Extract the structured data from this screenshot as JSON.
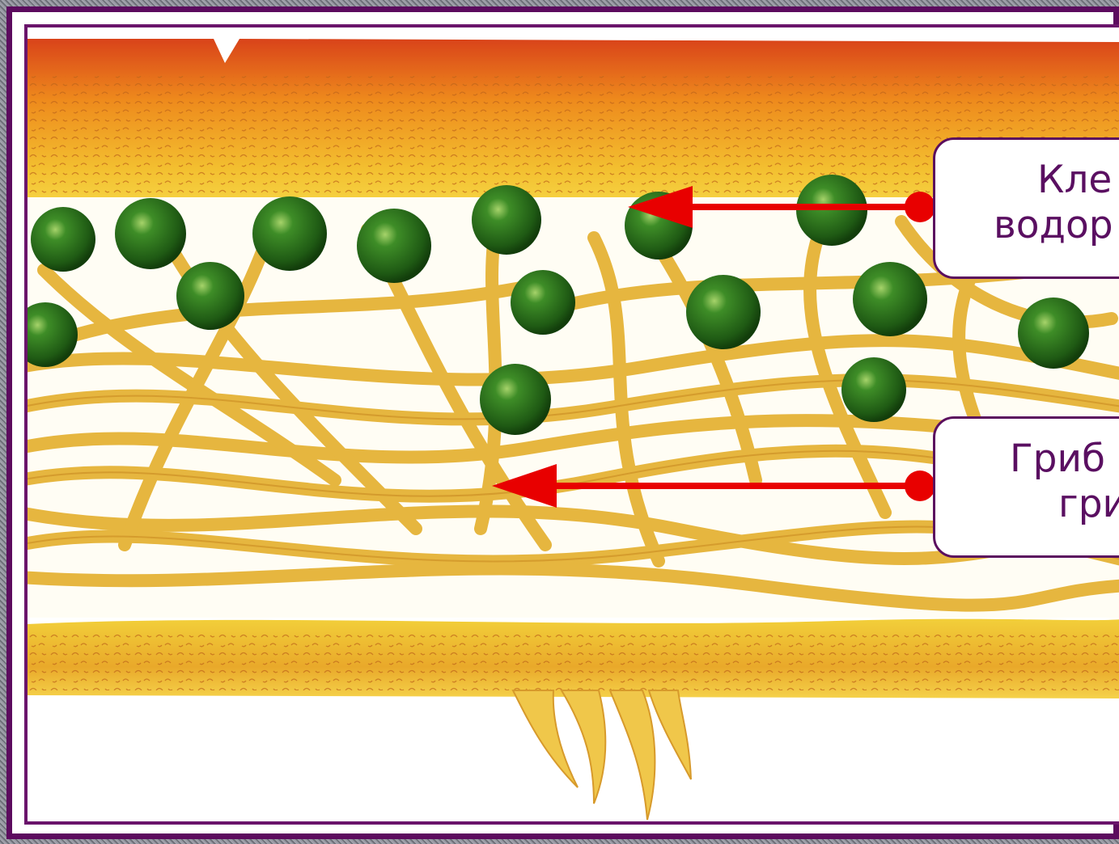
{
  "labels": {
    "algae": {
      "line1": "Кле",
      "line2": "водор"
    },
    "fungi": {
      "line1": "Гриб",
      "line2": "гри"
    }
  },
  "colors": {
    "frame": "#5c0b5e",
    "label_text": "#5a0f61",
    "arrow": "#e80000",
    "hyphae": "#f0c850",
    "upper_cortex": "#e26a10",
    "algae_cell": "#2f7a1e"
  }
}
